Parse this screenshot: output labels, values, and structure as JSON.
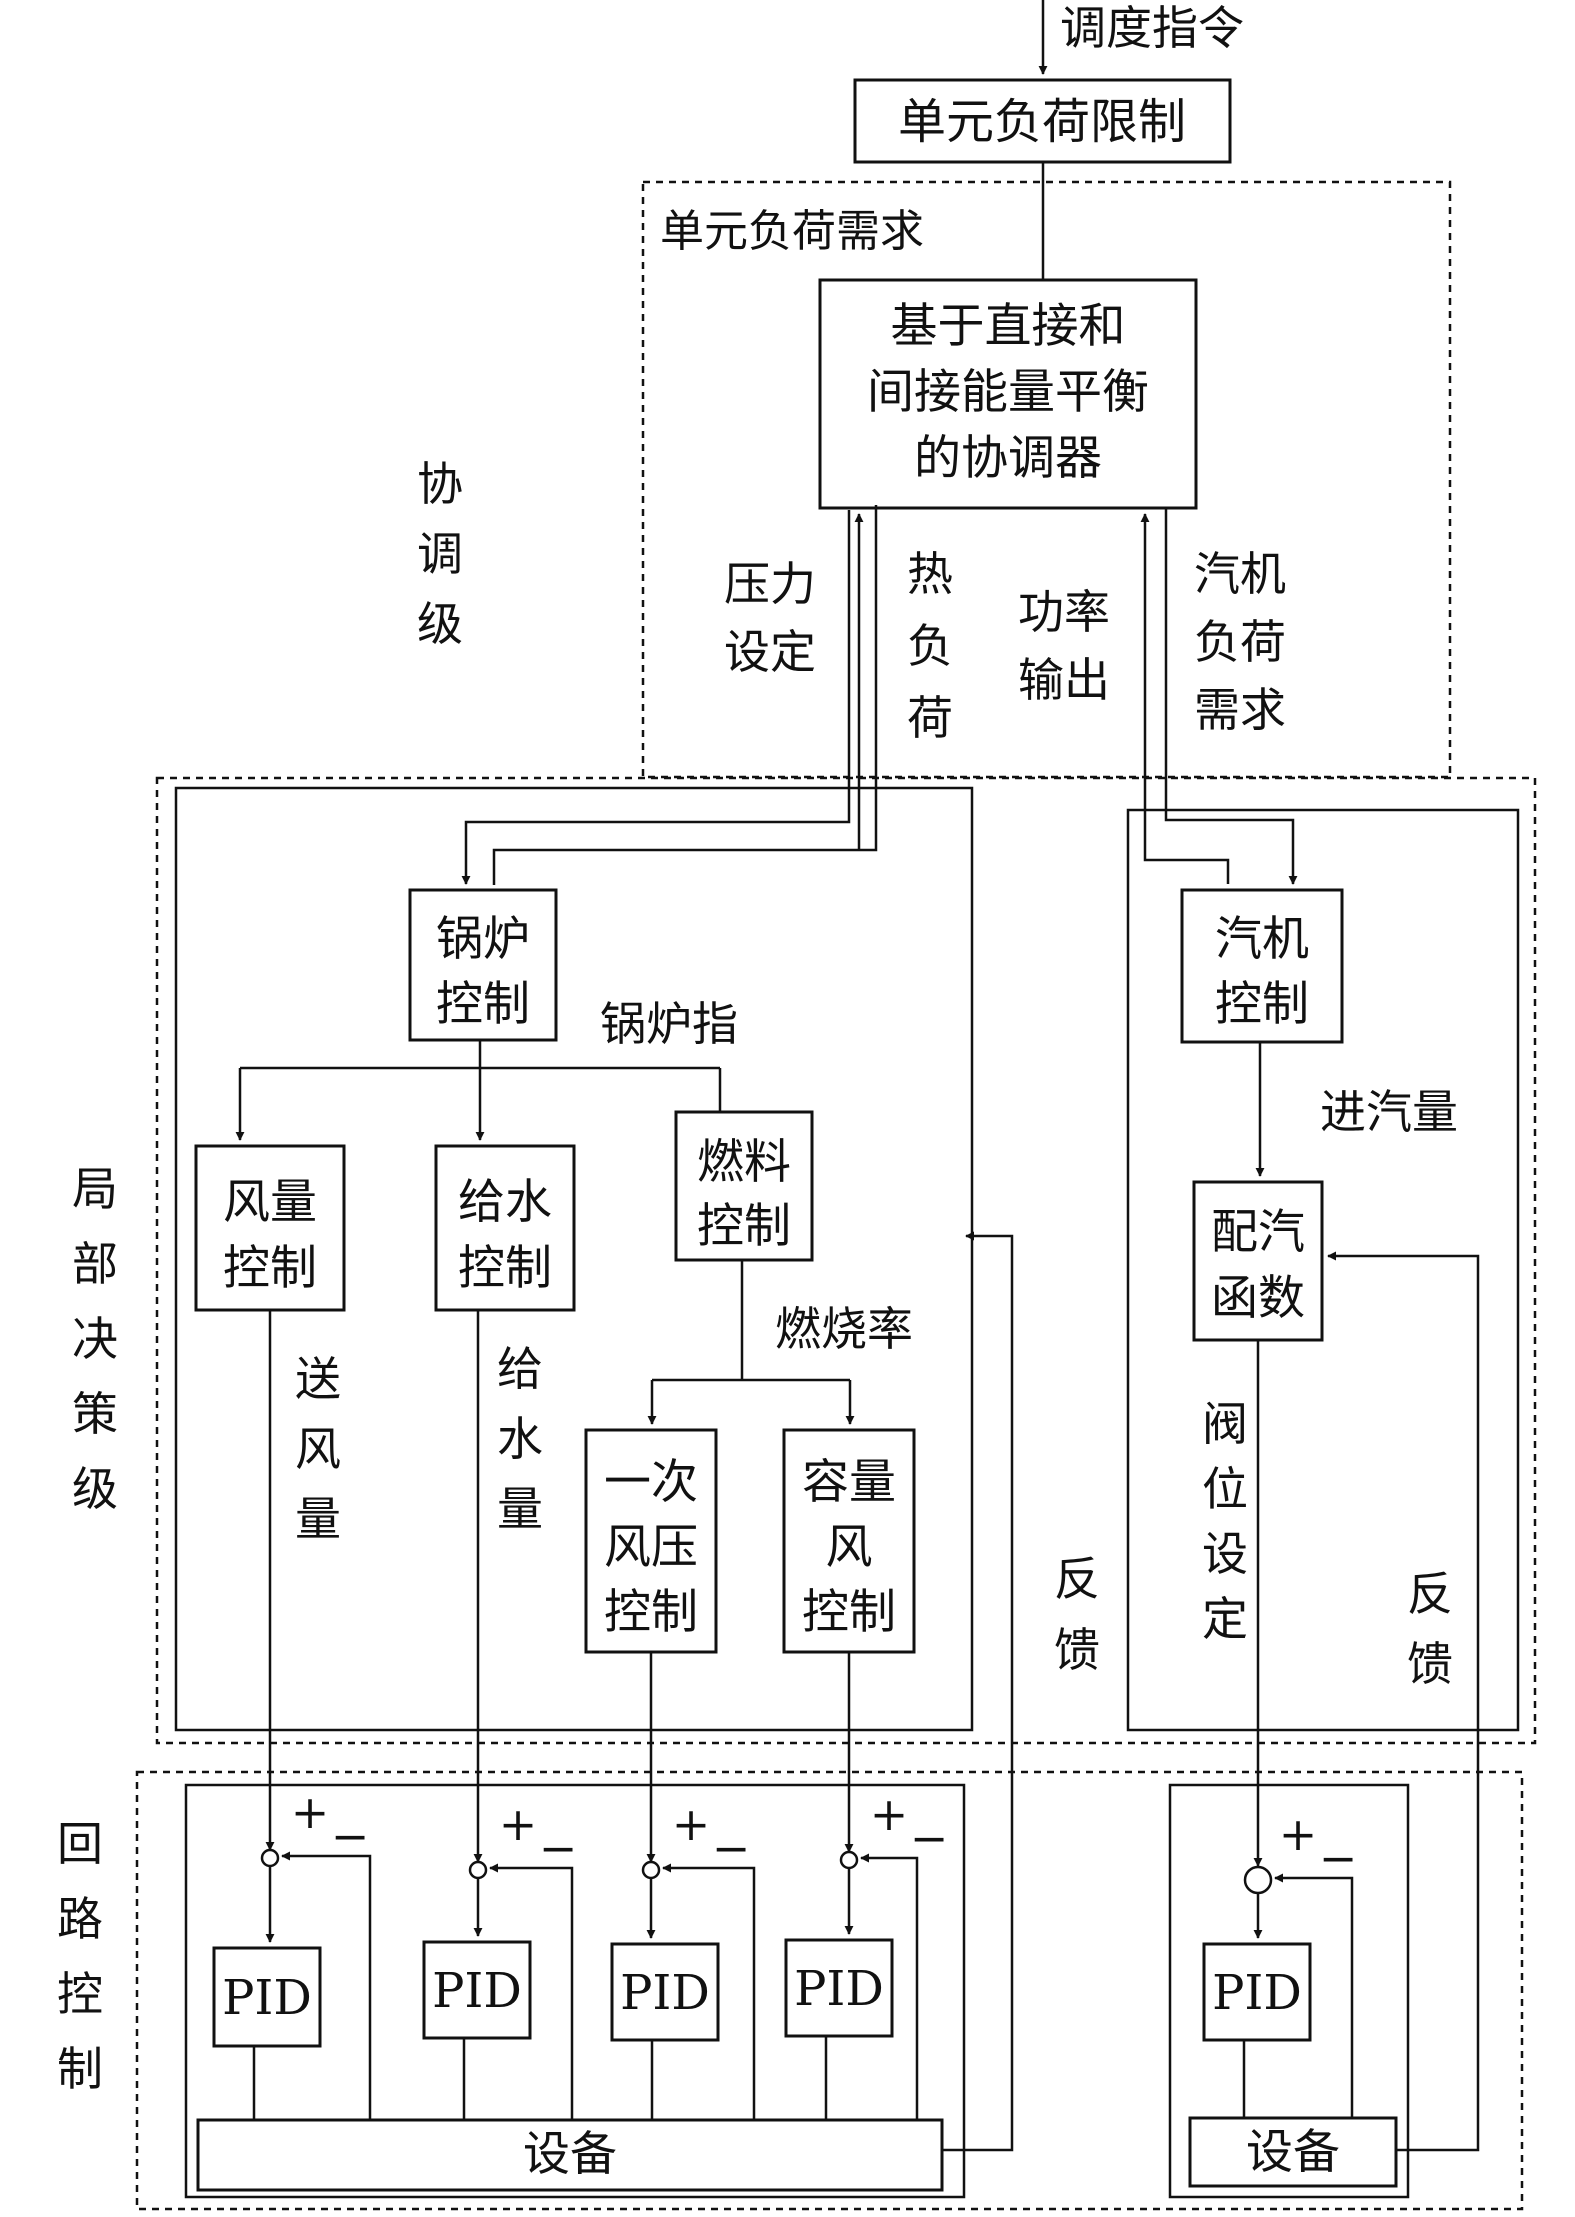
{
  "top_input": "调度指令",
  "unit_load_limit": "单元负荷限制",
  "unit_load_demand": "单元负荷需求",
  "coordinator": [
    "基于直接和",
    "间接能量平衡",
    "的协调器"
  ],
  "levels": {
    "coordination": [
      "协",
      "调",
      "级"
    ],
    "local_decision": [
      "局",
      "部",
      "决",
      "策",
      "级"
    ],
    "loop_control": [
      "回",
      "路",
      "控",
      "制"
    ]
  },
  "signals": {
    "pressure_setpoint": [
      "压力",
      "设定"
    ],
    "heat_load": [
      "热",
      "负",
      "荷"
    ],
    "power_output": [
      "功率",
      "输出"
    ],
    "turbine_load_demand": [
      "汽机",
      "负荷",
      "需求"
    ],
    "boiler_command": "锅炉指",
    "burn_rate": "燃烧率",
    "steam_intake": "进汽量",
    "air_supply": [
      "送",
      "风",
      "量"
    ],
    "water_supply": [
      "给",
      "水",
      "量"
    ],
    "valve_position_setpoint": [
      "阀",
      "位",
      "设",
      "定"
    ],
    "feedback": [
      "反",
      "馈"
    ]
  },
  "blocks": {
    "boiler_control": [
      "锅炉",
      "控制"
    ],
    "air_control": [
      "风量",
      "控制"
    ],
    "water_control": [
      "给水",
      "控制"
    ],
    "fuel_control": [
      "燃料",
      "控制"
    ],
    "primary_air_control": [
      "一次",
      "风压",
      "控制"
    ],
    "capacity_air_control": [
      "容量",
      "风",
      "控制"
    ],
    "turbine_control": [
      "汽机",
      "控制"
    ],
    "steam_distribution": [
      "配汽",
      "函数"
    ]
  },
  "pid_label": "PID",
  "equipment_label": "设备",
  "plus_sign": "+",
  "minus_sign": "−"
}
